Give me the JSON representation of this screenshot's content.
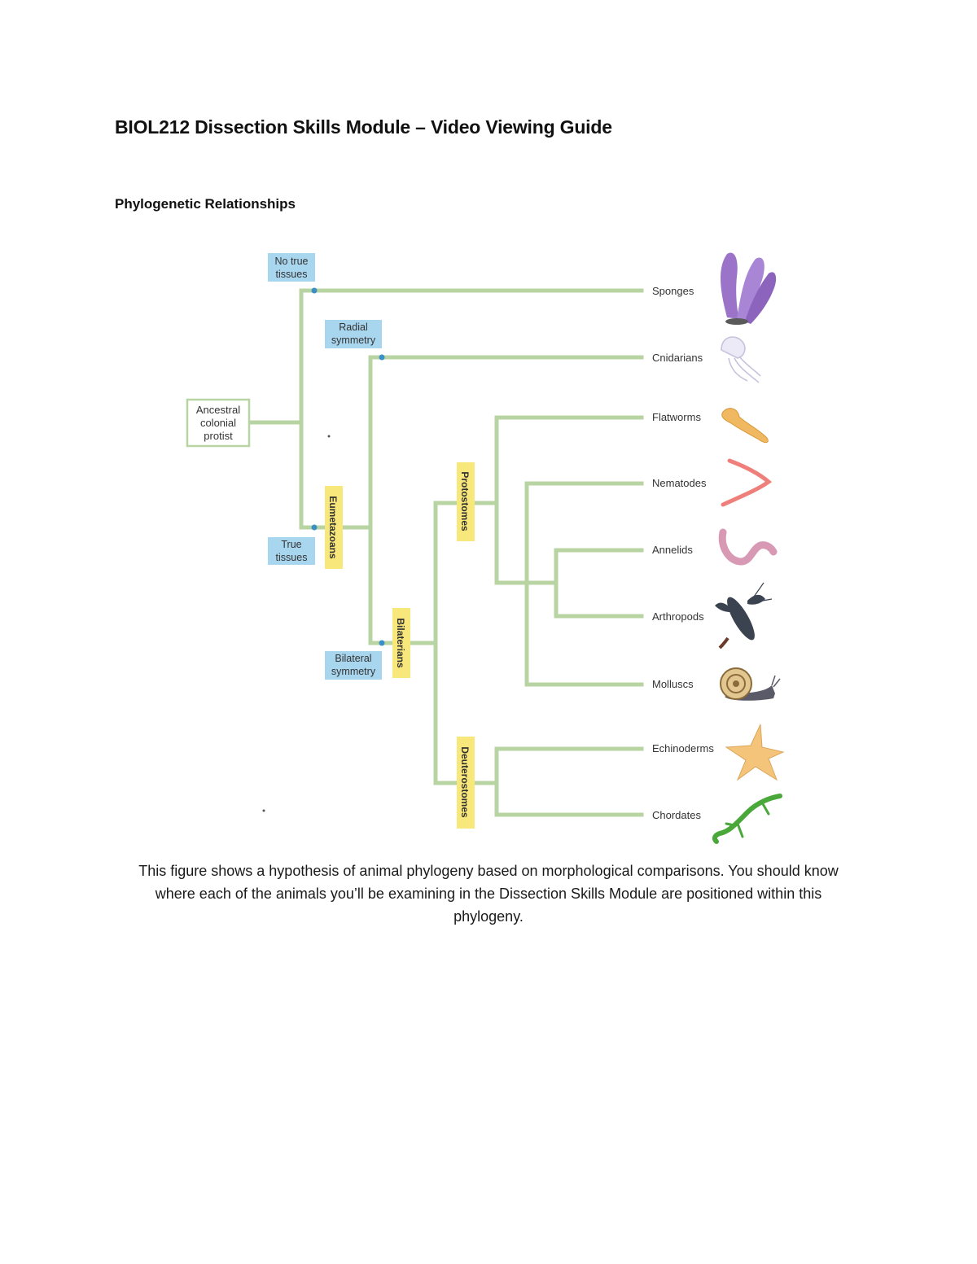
{
  "document": {
    "title": "BIOL212 Dissection Skills Module – Video Viewing Guide",
    "section_heading": "Phylogenetic Relationships",
    "caption": "This figure shows a hypothesis of animal phylogeny based on morphological comparisons. You should know where each of the animals you’ll be examining in the Dissection Skills Module are positioned within this phylogeny."
  },
  "figure": {
    "root": [
      "Ancestral",
      "colonial",
      "protist"
    ],
    "character_labels": {
      "no_true_tissues": [
        "No true",
        "tissues"
      ],
      "true_tissues": [
        "True",
        "tissues"
      ],
      "radial_symmetry": [
        "Radial",
        "symmetry"
      ],
      "bilateral_symmetry": [
        "Bilateral",
        "symmetry"
      ]
    },
    "clade_labels": {
      "eumetazoans": "Eumetazoans",
      "bilaterians": "Bilaterians",
      "protostomes": "Protostomes",
      "deuterostomes": "Deuterostomes"
    },
    "taxa": [
      "Sponges",
      "Cnidarians",
      "Flatworms",
      "Nematodes",
      "Annelids",
      "Arthropods",
      "Molluscs",
      "Echinoderms",
      "Chordates"
    ],
    "colors": {
      "branch": "#b7d4a2",
      "character_box": "#a9d6ef",
      "character_dot": "#3a8fc4",
      "clade_box": "#f8e77a",
      "root_box_border": "#b7d4a2"
    }
  }
}
